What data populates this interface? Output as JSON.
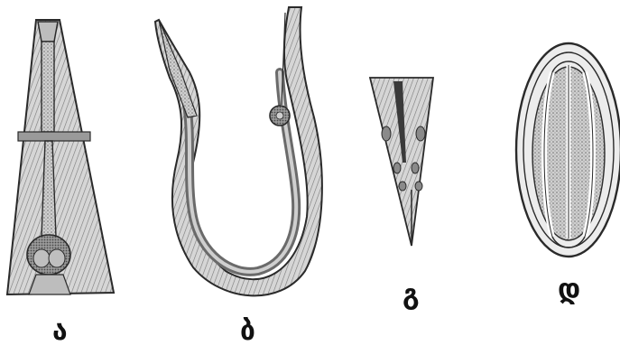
{
  "figure": {
    "panels": [
      {
        "id": "a",
        "label": "ა",
        "subject": "nematode-anterior-end"
      },
      {
        "id": "b",
        "label": "ბ",
        "subject": "nematode-bent-body"
      },
      {
        "id": "g",
        "label": "გ",
        "subject": "nematode-tail-tip"
      },
      {
        "id": "d",
        "label": "დ",
        "subject": "nematode-egg-with-larva"
      }
    ],
    "colors": {
      "ink": "#2a2a2a",
      "shade": "#8a8a8a",
      "light": "#cfcfcf",
      "background": "#ffffff"
    }
  }
}
